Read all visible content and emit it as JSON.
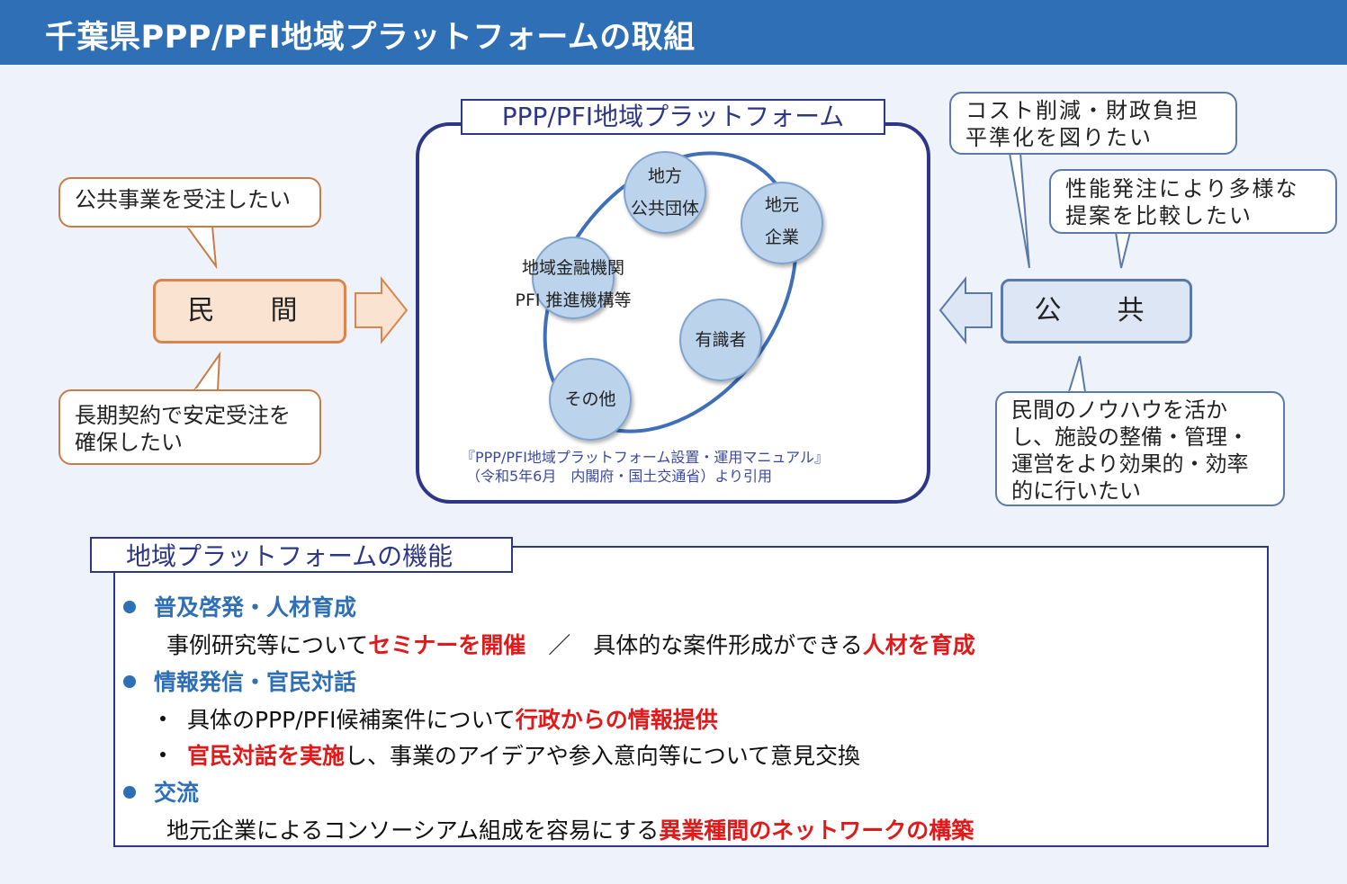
{
  "title": "千葉県PPP/PFI地域プラットフォームの取組",
  "private_sector": {
    "label": "民　間",
    "needs": [
      "公共事業を受注したい",
      "長期契約で安定受注を確保したい"
    ]
  },
  "public_sector": {
    "label": "公　共",
    "needs": [
      "コスト削減・財政負担平準化を図りたい",
      "性能発注により多様な提案を比較したい",
      "民間のノウハウを活かし、施設の整備・管理・運営をより効果的・効率的に行いたい"
    ]
  },
  "platform": {
    "title": "PPP/PFI地域プラットフォーム",
    "members": {
      "local_gov": [
        "地方",
        "公共団体"
      ],
      "local_company": [
        "地元",
        "企業"
      ],
      "finance": [
        "地域金融機関",
        "PFI 推進機構等"
      ],
      "experts": "有識者",
      "others": "その他"
    },
    "citation": [
      "『PPP/PFI地域プラットフォーム設置・運用マニュアル』",
      "（令和5年6月　内閣府・国土交通省）より引用"
    ]
  },
  "functions": {
    "title": "地域プラットフォームの機能",
    "f1": {
      "heading": "普及啓発・人材育成",
      "t1": "事例研究等について",
      "r1": "セミナーを開催",
      "t2": "　／　具体的な案件形成ができる",
      "r2": "人材を育成"
    },
    "f2": {
      "heading": "情報発信・官民対話",
      "b1_text": "具体のPPP/PFI候補案件について",
      "b1_red": "行政からの情報提供",
      "b2_red": "官民対話を実施",
      "b2_text": "し、事業のアイデアや参入意向等について意見交換"
    },
    "f3": {
      "heading": "交流",
      "text": "地元企業によるコンソーシアム組成を容易にする",
      "red": "異業種間のネットワークの構築"
    }
  },
  "colors": {
    "title_bar": "#2e6fb5",
    "private_border": "#d98550",
    "public_border": "#5a78a8",
    "platform_border": "#2d3785",
    "node_fill": "#bcd3ec",
    "highlight_red": "#e01a1a"
  }
}
